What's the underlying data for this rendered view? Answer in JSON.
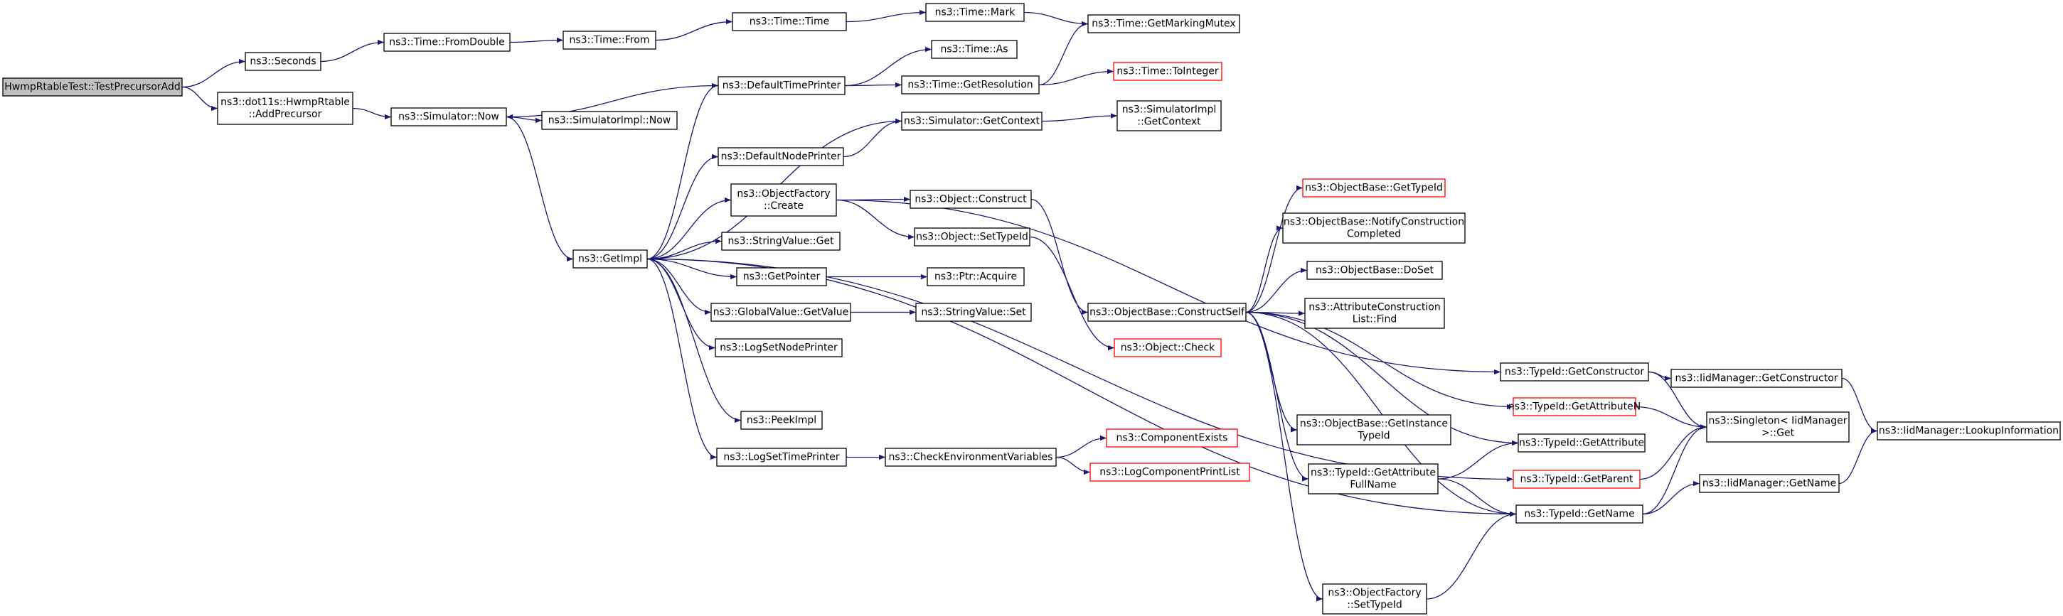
{
  "colors": {
    "edge": "#191970",
    "node_border": "#000000",
    "node_border_truncated": "#ff0000",
    "root_fill": "#bfbfbf",
    "node_fill": "#ffffff"
  },
  "nodes": [
    {
      "id": "root",
      "lines": [
        "HwmpRtableTest::TestPrecursorAdd"
      ],
      "root": true
    },
    {
      "id": "seconds",
      "lines": [
        "ns3::Seconds"
      ]
    },
    {
      "id": "fromdouble",
      "lines": [
        "ns3::Time::FromDouble"
      ]
    },
    {
      "id": "from",
      "lines": [
        "ns3::Time::From"
      ]
    },
    {
      "id": "time",
      "lines": [
        "ns3::Time::Time"
      ]
    },
    {
      "id": "mark",
      "lines": [
        "ns3::Time::Mark"
      ]
    },
    {
      "id": "getmarkingmutex",
      "lines": [
        "ns3::Time::GetMarkingMutex"
      ]
    },
    {
      "id": "addprecursor",
      "lines": [
        "ns3::dot11s::HwmpRtable",
        "::AddPrecursor"
      ]
    },
    {
      "id": "simnow",
      "lines": [
        "ns3::Simulator::Now"
      ]
    },
    {
      "id": "simimplnow",
      "lines": [
        "ns3::SimulatorImpl::Now"
      ]
    },
    {
      "id": "defaulttimeprinter",
      "lines": [
        "ns3::DefaultTimePrinter"
      ]
    },
    {
      "id": "timeas",
      "lines": [
        "ns3::Time::As"
      ]
    },
    {
      "id": "getresolution",
      "lines": [
        "ns3::Time::GetResolution"
      ]
    },
    {
      "id": "tointeger",
      "lines": [
        "ns3::Time::ToInteger"
      ],
      "truncated": true
    },
    {
      "id": "simgetcontext",
      "lines": [
        "ns3::Simulator::GetContext"
      ]
    },
    {
      "id": "simimplgetcontext",
      "lines": [
        "ns3::SimulatorImpl",
        "::GetContext"
      ]
    },
    {
      "id": "defaultnodeprinter",
      "lines": [
        "ns3::DefaultNodePrinter"
      ]
    },
    {
      "id": "getimpl",
      "lines": [
        "ns3::GetImpl"
      ]
    },
    {
      "id": "objfactorycreate",
      "lines": [
        "ns3::ObjectFactory",
        "::Create"
      ]
    },
    {
      "id": "objconstruct",
      "lines": [
        "ns3::Object::Construct"
      ]
    },
    {
      "id": "stringvalueget",
      "lines": [
        "ns3::StringValue::Get"
      ]
    },
    {
      "id": "objsettypeid",
      "lines": [
        "ns3::Object::SetTypeId"
      ]
    },
    {
      "id": "getpointer",
      "lines": [
        "ns3::GetPointer"
      ]
    },
    {
      "id": "ptracquire",
      "lines": [
        "ns3::Ptr::Acquire"
      ]
    },
    {
      "id": "globalvaluegetvalue",
      "lines": [
        "ns3::GlobalValue::GetValue"
      ]
    },
    {
      "id": "stringvalueset",
      "lines": [
        "ns3::StringValue::Set"
      ]
    },
    {
      "id": "logsetnodeprinter",
      "lines": [
        "ns3::LogSetNodePrinter"
      ]
    },
    {
      "id": "peekimpl",
      "lines": [
        "ns3::PeekImpl"
      ]
    },
    {
      "id": "logsettimeprinter",
      "lines": [
        "ns3::LogSetTimePrinter"
      ]
    },
    {
      "id": "checkenv",
      "lines": [
        "ns3::CheckEnvironmentVariables"
      ]
    },
    {
      "id": "componentexists",
      "lines": [
        "ns3::ComponentExists"
      ],
      "truncated": true
    },
    {
      "id": "logcomponentprintlist",
      "lines": [
        "ns3::LogComponentPrintList"
      ],
      "truncated": true
    },
    {
      "id": "constructself",
      "lines": [
        "ns3::ObjectBase::ConstructSelf"
      ]
    },
    {
      "id": "objcheck",
      "lines": [
        "ns3::Object::Check"
      ],
      "truncated": true
    },
    {
      "id": "objbasegettypeid",
      "lines": [
        "ns3::ObjectBase::GetTypeId"
      ],
      "truncated": true
    },
    {
      "id": "notifyconstruction",
      "lines": [
        "ns3::ObjectBase::NotifyConstruction",
        "Completed"
      ]
    },
    {
      "id": "doset",
      "lines": [
        "ns3::ObjectBase::DoSet"
      ]
    },
    {
      "id": "attrconstructionfind",
      "lines": [
        "ns3::AttributeConstruction",
        "List::Find"
      ]
    },
    {
      "id": "getinstancetypeid",
      "lines": [
        "ns3::ObjectBase::GetInstance",
        "TypeId"
      ]
    },
    {
      "id": "getattributefullname",
      "lines": [
        "ns3::TypeId::GetAttribute",
        "FullName"
      ]
    },
    {
      "id": "objfactorysettypeid",
      "lines": [
        "ns3::ObjectFactory",
        "::SetTypeId"
      ]
    },
    {
      "id": "getconstructor",
      "lines": [
        "ns3::TypeId::GetConstructor"
      ]
    },
    {
      "id": "getattributen",
      "lines": [
        "ns3::TypeId::GetAttributeN"
      ],
      "truncated": true
    },
    {
      "id": "getattribute",
      "lines": [
        "ns3::TypeId::GetAttribute"
      ]
    },
    {
      "id": "getparent",
      "lines": [
        "ns3::TypeId::GetParent"
      ],
      "truncated": true
    },
    {
      "id": "getname",
      "lines": [
        "ns3::TypeId::GetName"
      ]
    },
    {
      "id": "iidgetconstructor",
      "lines": [
        "ns3::IidManager::GetConstructor"
      ]
    },
    {
      "id": "singletonget",
      "lines": [
        "ns3::Singleton< IidManager",
        " >::Get"
      ]
    },
    {
      "id": "iidgetname",
      "lines": [
        "ns3::IidManager::GetName"
      ]
    },
    {
      "id": "lookupinformation",
      "lines": [
        "ns3::IidManager::LookupInformation"
      ]
    }
  ],
  "edges": [
    [
      "root",
      "seconds"
    ],
    [
      "root",
      "addprecursor"
    ],
    [
      "seconds",
      "fromdouble"
    ],
    [
      "fromdouble",
      "from"
    ],
    [
      "from",
      "time"
    ],
    [
      "time",
      "mark"
    ],
    [
      "mark",
      "getmarkingmutex"
    ],
    [
      "addprecursor",
      "simnow"
    ],
    [
      "simnow",
      "simimplnow"
    ],
    [
      "simnow",
      "getimpl"
    ],
    [
      "defaulttimeprinter",
      "simnow"
    ],
    [
      "defaulttimeprinter",
      "timeas"
    ],
    [
      "defaulttimeprinter",
      "getresolution"
    ],
    [
      "getresolution",
      "getmarkingmutex"
    ],
    [
      "getresolution",
      "tointeger"
    ],
    [
      "defaultnodeprinter",
      "simgetcontext"
    ],
    [
      "simgetcontext",
      "simimplgetcontext"
    ],
    [
      "getimpl",
      "defaulttimeprinter"
    ],
    [
      "getimpl",
      "simgetcontext"
    ],
    [
      "getimpl",
      "defaultnodeprinter"
    ],
    [
      "getimpl",
      "objfactorycreate"
    ],
    [
      "getimpl",
      "stringvalueget"
    ],
    [
      "getimpl",
      "getpointer"
    ],
    [
      "getimpl",
      "globalvaluegetvalue"
    ],
    [
      "getimpl",
      "logsetnodeprinter"
    ],
    [
      "getimpl",
      "peekimpl"
    ],
    [
      "getimpl",
      "logsettimeprinter"
    ],
    [
      "getimpl",
      "getname"
    ],
    [
      "getimpl",
      "getparent"
    ],
    [
      "objfactorycreate",
      "objconstruct"
    ],
    [
      "objfactorycreate",
      "objsettypeid"
    ],
    [
      "objfactorycreate",
      "getconstructor"
    ],
    [
      "objconstruct",
      "constructself"
    ],
    [
      "objsettypeid",
      "objcheck"
    ],
    [
      "getpointer",
      "ptracquire"
    ],
    [
      "globalvaluegetvalue",
      "stringvalueset"
    ],
    [
      "logsettimeprinter",
      "checkenv"
    ],
    [
      "checkenv",
      "componentexists"
    ],
    [
      "checkenv",
      "logcomponentprintlist"
    ],
    [
      "constructself",
      "objbasegettypeid"
    ],
    [
      "constructself",
      "notifyconstruction"
    ],
    [
      "constructself",
      "doset"
    ],
    [
      "constructself",
      "attrconstructionfind"
    ],
    [
      "constructself",
      "getinstancetypeid"
    ],
    [
      "constructself",
      "getattributefullname"
    ],
    [
      "constructself",
      "objfactorysettypeid"
    ],
    [
      "constructself",
      "getattributen"
    ],
    [
      "constructself",
      "getattribute"
    ],
    [
      "constructself",
      "getname"
    ],
    [
      "getattributefullname",
      "getattribute"
    ],
    [
      "getattributefullname",
      "getname"
    ],
    [
      "objfactorysettypeid",
      "getname"
    ],
    [
      "getconstructor",
      "iidgetconstructor"
    ],
    [
      "getconstructor",
      "singletonget"
    ],
    [
      "getattributen",
      "singletonget"
    ],
    [
      "getparent",
      "singletonget"
    ],
    [
      "getname",
      "singletonget"
    ],
    [
      "getname",
      "iidgetname"
    ],
    [
      "iidgetconstructor",
      "lookupinformation"
    ],
    [
      "iidgetname",
      "lookupinformation"
    ]
  ]
}
